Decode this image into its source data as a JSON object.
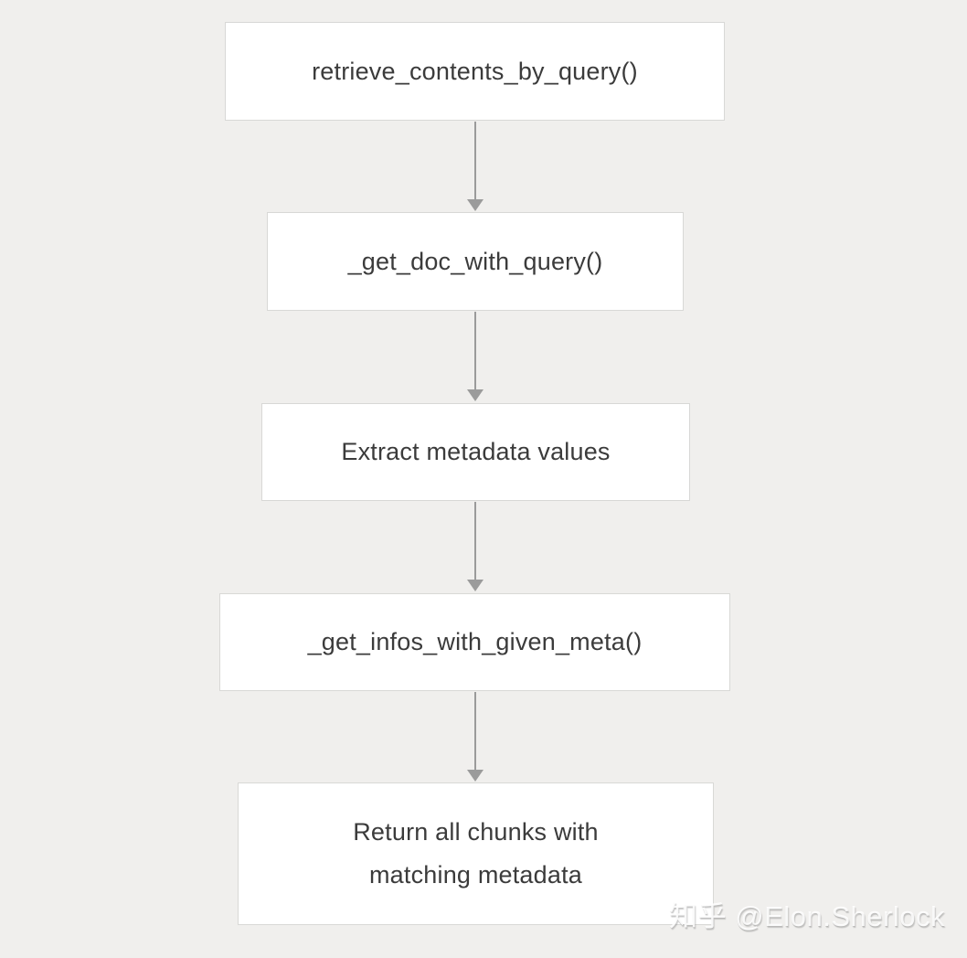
{
  "page": {
    "background_color": "#f0efed",
    "watermark": "知乎 @Elon.Sherlock"
  },
  "flowchart": {
    "type": "vertical-flow",
    "nodes": [
      {
        "label": "retrieve_contents_by_query()"
      },
      {
        "label": "_get_doc_with_query()"
      },
      {
        "label": "Extract metadata values"
      },
      {
        "label": "_get_infos_with_given_meta()"
      },
      {
        "label": "Return all chunks with\nmatching metadata"
      }
    ],
    "edges": [
      {
        "from": "retrieve_contents_by_query()",
        "to": "_get_doc_with_query()",
        "direction": "down"
      },
      {
        "from": "_get_doc_with_query()",
        "to": "Extract metadata values",
        "direction": "down"
      },
      {
        "from": "Extract metadata values",
        "to": "_get_infos_with_given_meta()",
        "direction": "down"
      },
      {
        "from": "_get_infos_with_given_meta()",
        "to": "Return all chunks with matching metadata",
        "direction": "down"
      }
    ],
    "colors": {
      "node_fill": "#ffffff",
      "node_border": "#d8d8d6",
      "node_text": "#3b3b3b",
      "arrow": "#9b9b9b"
    }
  }
}
